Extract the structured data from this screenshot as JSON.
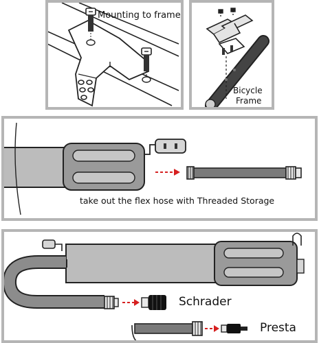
{
  "panels": {
    "mounting": {
      "label": "Mounting to frame"
    },
    "bicycle": {
      "label_line1": "Bicycle",
      "label_line2": "Frame"
    },
    "hose": {
      "caption": "take out the flex hose with Threaded Storage"
    },
    "valves": {
      "schrader": "Schrader",
      "presta": "Presta"
    }
  },
  "colors": {
    "border": "#b5b5b5",
    "pump_body": "#b9b9b9",
    "pump_dark": "#8a8a8a",
    "outline": "#222222",
    "arrow": "#d62020"
  }
}
